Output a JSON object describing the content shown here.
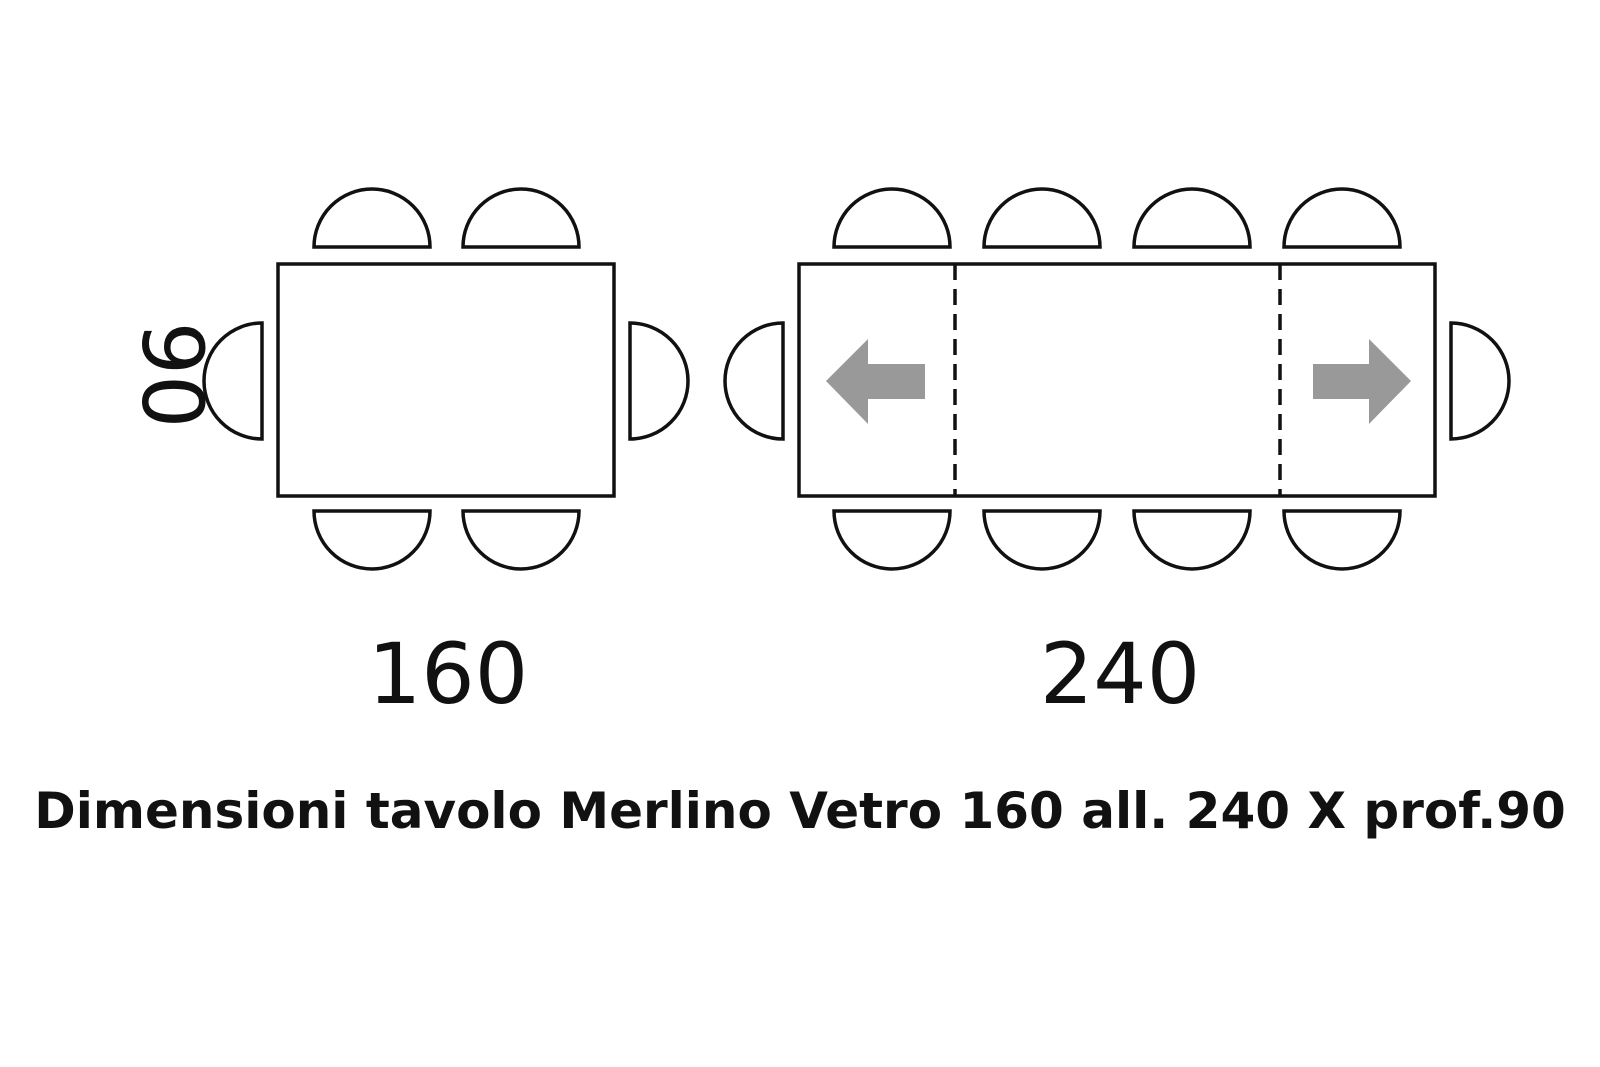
{
  "labels": {
    "depth": "90",
    "length_closed": "160",
    "length_extended": "240"
  },
  "caption": "Dimensioni tavolo Merlino Vetro 160 all. 240 X prof.90",
  "colors": {
    "line": "#111111",
    "arrow": "#999999",
    "background": "#ffffff"
  },
  "icons": {
    "arrow_left": "arrow-left-icon",
    "arrow_right": "arrow-right-icon"
  }
}
